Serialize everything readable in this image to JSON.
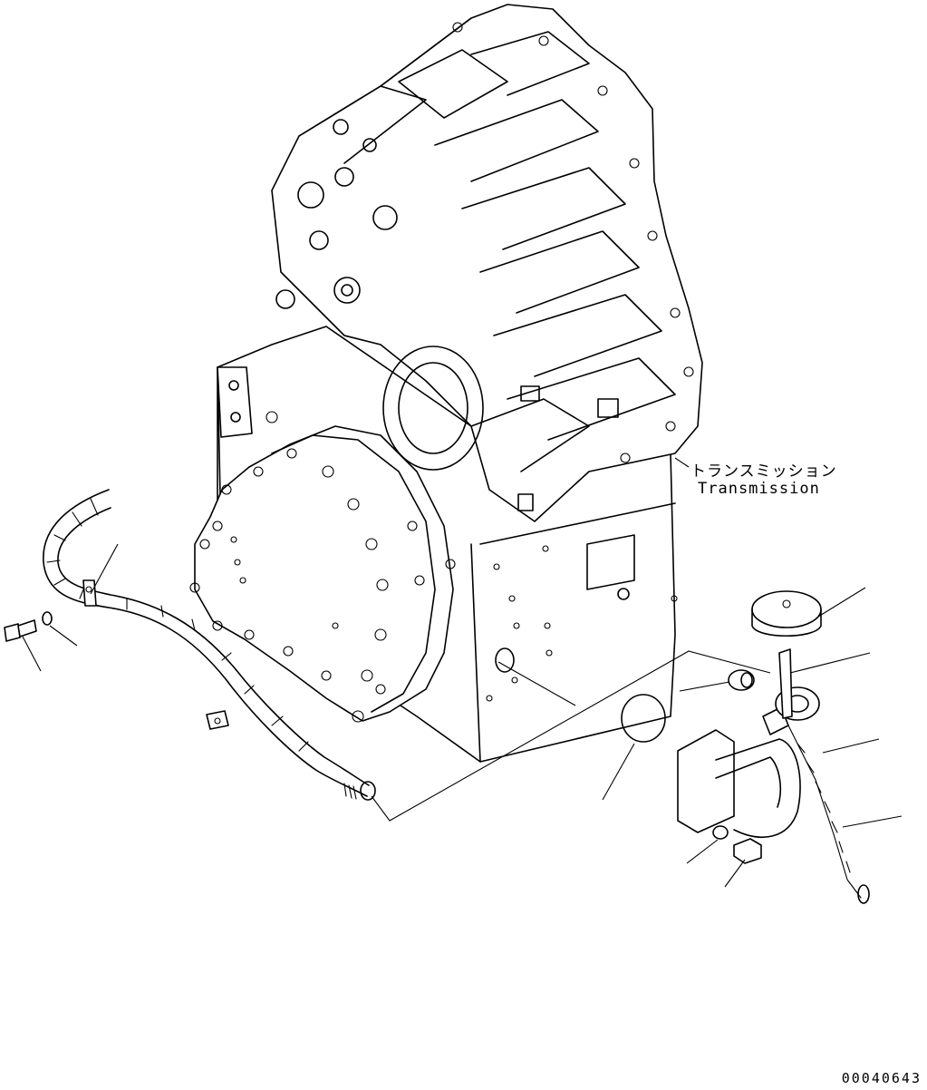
{
  "callout": {
    "name_jp": "トランスミッション",
    "name_en": "Transmission"
  },
  "drawing_number": "00040643"
}
